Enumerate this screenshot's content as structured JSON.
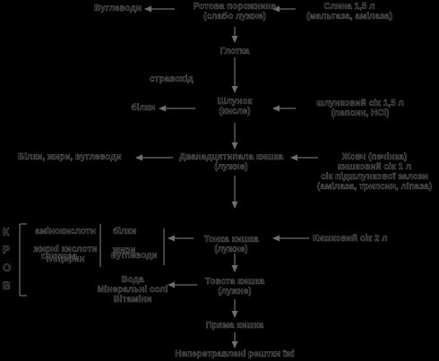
{
  "colors": {
    "background": "#000000",
    "ink": "#0d0d0d",
    "outline": "#6e6e6e"
  },
  "nodes": {
    "carbs_top": "Вуглеводи",
    "mouth": [
      "Ротова порожнина",
      "(слабо лужне)"
    ],
    "saliva": [
      "Слина 1,5 л",
      "(мальтаза, амілаза)"
    ],
    "esophagus": "Глотка",
    "swallow_label": "стравохід",
    "stomach": [
      "Шлунок",
      "(кисле)"
    ],
    "protein_left": "білки",
    "gastric_juice": [
      "шлунковий сік 1,5 л",
      "(пепсин, HCl)"
    ],
    "fats_left": "Білки, жири, вуглеводи",
    "duodenum": [
      "Дванадцятипала кишка",
      "(лужне)"
    ],
    "bile": [
      "Жовч (печінка)",
      "кишковий сік 1 л",
      "сік підшлункової залози",
      "(амілаза, трипсин, ліпаза)"
    ],
    "small_intestine": [
      "Тонка кишка",
      "(лужне)"
    ],
    "intestinal_juice": "Кишковий сік 2 л",
    "large_intestine": [
      "Товста кишка",
      "(лужне)"
    ],
    "water_salts": [
      "Вода",
      "Мінеральні солі",
      "Вітаміни"
    ],
    "rectum": "Пряма кишка",
    "undigested": "Неперетравлені рештки їжі"
  },
  "absorption": {
    "side_label": "КРОВ",
    "rows": [
      {
        "left": [
          "амінокислоти"
        ],
        "right": "білки"
      },
      {
        "left": [
          "жирні кислоти",
          "гліцерин"
        ],
        "right": "жири"
      },
      {
        "left": [
          "глюкоза"
        ],
        "right": "вуглеводи"
      }
    ]
  }
}
